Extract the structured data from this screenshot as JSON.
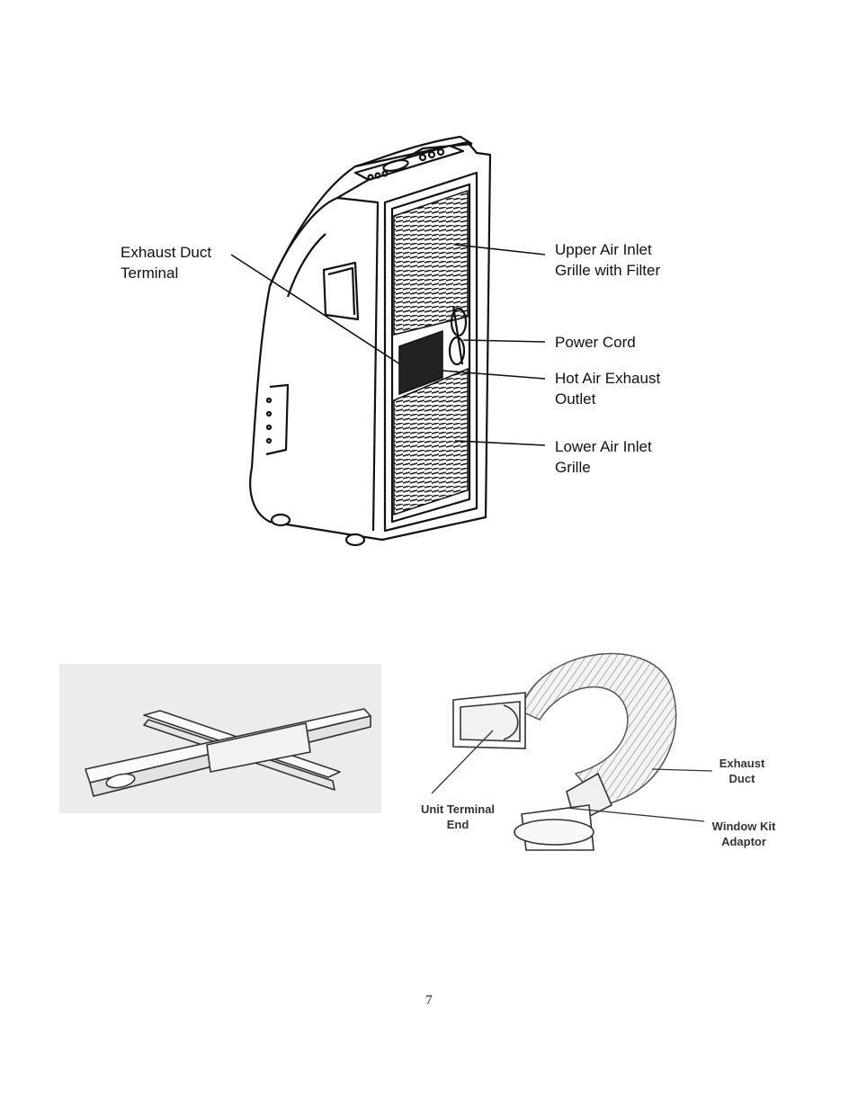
{
  "unit_figure": {
    "labels": {
      "exhaust_terminal": "Exhaust Duct\nTerminal",
      "upper_inlet": "Upper Air Inlet\nGrille with Filter",
      "power_cord": "Power Cord",
      "hot_exhaust": "Hot Air Exhaust\nOutlet",
      "lower_inlet": "Lower Air Inlet\nGrille"
    }
  },
  "duct_figure": {
    "labels": {
      "unit_terminal_end": "Unit Terminal\nEnd",
      "exhaust_duct": "Exhaust\nDuct",
      "window_kit_adaptor": "Window Kit\nAdaptor"
    }
  },
  "page_number": "7"
}
